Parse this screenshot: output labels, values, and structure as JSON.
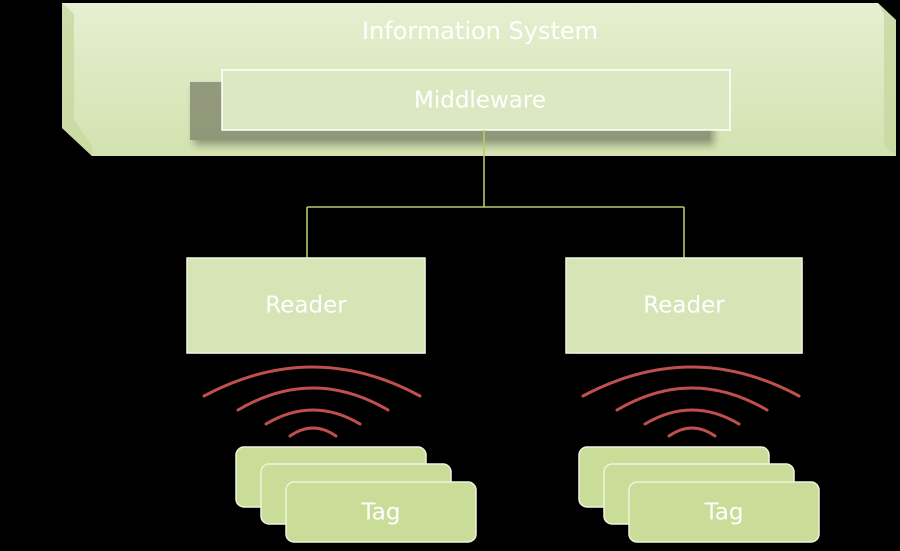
{
  "diagram": {
    "information_system_label": "Information System",
    "middleware_label": "Middleware",
    "readers": [
      {
        "label": "Reader"
      },
      {
        "label": "Reader"
      }
    ],
    "tag_groups": [
      {
        "label": "Tag"
      },
      {
        "label": "Tag"
      }
    ],
    "colors": {
      "background": "#000000",
      "box_fill": "#d6e4b6",
      "box_fill_light": "#e0ebc8",
      "connector": "#b5cc6a",
      "signal_waves": "#c0504d",
      "text": "#ffffff"
    }
  }
}
